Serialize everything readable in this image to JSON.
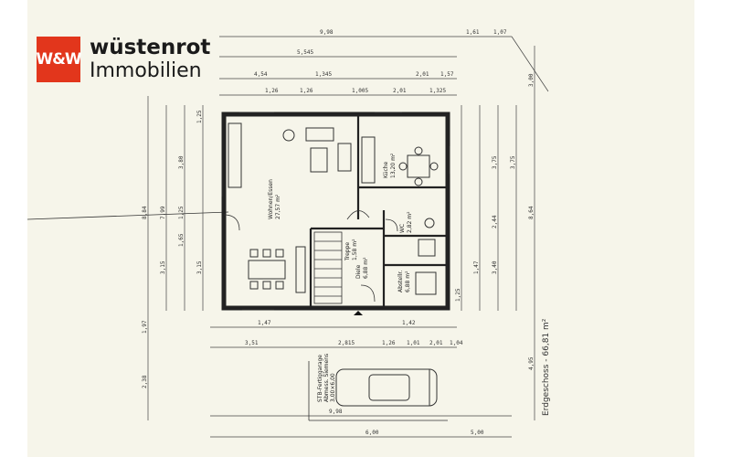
{
  "logo": {
    "mark": "W&W",
    "line1": "wüstenrot",
    "line2": "Immobilien",
    "color": "#e2361c"
  },
  "floor": {
    "title": "Erdgeschoss - 66,81 m²"
  },
  "rooms": {
    "wohnen": {
      "name": "Wohnen/Essen",
      "area": "27,57 m²"
    },
    "kueche": {
      "name": "Küche",
      "area": "13,20 m²"
    },
    "diele": {
      "name": "Diele",
      "area": "6,88 m²"
    },
    "abstell": {
      "name": "Abstellr.",
      "area": "6,88 m²"
    },
    "wc": {
      "name": "WC",
      "area": "2,82 m²"
    },
    "treppe": {
      "name": "Treppe",
      "area": "1,58 m²"
    }
  },
  "garage": {
    "label1": "STB-Fertiggarage",
    "label2": "Abmess. Siemens",
    "label3": "3,00×6,00"
  },
  "dims": {
    "top": [
      "9,98",
      "1,61",
      "1,07",
      "5,545",
      "4,54",
      "1,345",
      "2,01",
      "1,57",
      "1,26",
      "1,26",
      "1,005",
      "2,01",
      "1,325"
    ],
    "bottom": [
      "1,47",
      "1,42",
      "3,51",
      "2,815",
      "1,26",
      "1,01",
      "2,01",
      "1,04",
      "9,98",
      "6,00",
      "5,00"
    ],
    "left": [
      "8,84",
      "7,99",
      "3,15",
      "3,80",
      "1,25",
      "1,65",
      "3,15",
      "1,25",
      "2,38",
      "1,97"
    ],
    "right": [
      "8,64",
      "3,75",
      "3,75",
      "2,44",
      "1,47",
      "1,25",
      "4,95",
      "3,00",
      "3,40"
    ]
  }
}
